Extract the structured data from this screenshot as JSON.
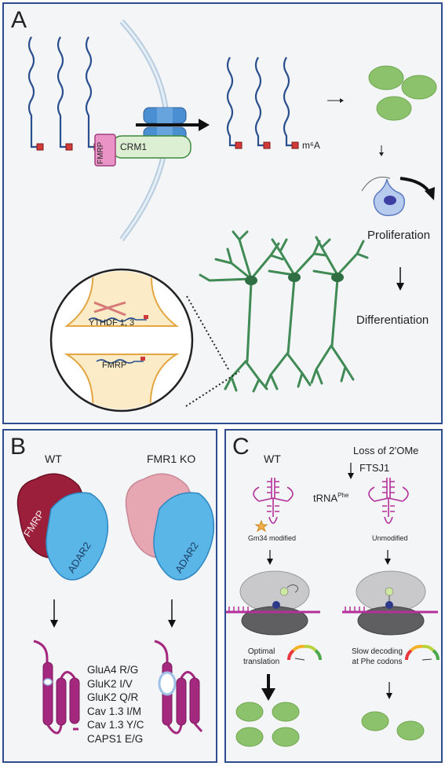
{
  "panel_a": {
    "label": "A",
    "fmrp": "FMRP",
    "crm1": "CRM1",
    "m6a": "m⁶A",
    "proliferation": "Proliferation",
    "differentiation": "Differentiation",
    "ythdf": "YTHDF 1, 3",
    "fmrp_synapse": "FMRP"
  },
  "panel_b": {
    "label": "B",
    "wt": "WT",
    "ko": "FMR1 KO",
    "fmrp": "FMRP",
    "adar2_wt": "ADAR2",
    "adar2_ko": "ADAR2",
    "sites": [
      "GluA4 R/G",
      "GluK2 I/V",
      "GluK2 Q/R",
      "Cav 1.3 I/M",
      "Cav 1.3 Y/C",
      "CAPS1 E/G"
    ]
  },
  "panel_c": {
    "label": "C",
    "wt": "WT",
    "loss": "Loss of 2'OMe",
    "ftsj1": "FTSJ1",
    "trna": "tRNA",
    "trna_sup": "Phe",
    "gm34": "Gm34 modified",
    "unmod": "Unmodified",
    "optimal": [
      "Optimal",
      "translation"
    ],
    "slow": [
      "Slow decoding",
      "at Phe codons"
    ]
  },
  "colors": {
    "border": "#2f4d8e",
    "rna": "#2a4f8f",
    "m6a_mark": "#d23a3a",
    "fmrp": "#e993c6",
    "crm1": "#dcefd3",
    "pore": "#4b8fd3",
    "protein_green": "#8cc26b",
    "neuron": "#3f8a55",
    "synapse": "#fbecc7",
    "fmrp_dark": "#9b1f3a",
    "adar2": "#5bb6e8",
    "receptor": "#a3287e",
    "trna": "#b3309b"
  },
  "icons": [
    "rna-strand-icon",
    "nuclear-pore-icon",
    "protein-cluster-icon",
    "stem-cell-icon",
    "neuron-icon",
    "synapse-icon",
    "receptor-icon",
    "trna-icon",
    "ribosome-icon",
    "gauge-icon"
  ]
}
